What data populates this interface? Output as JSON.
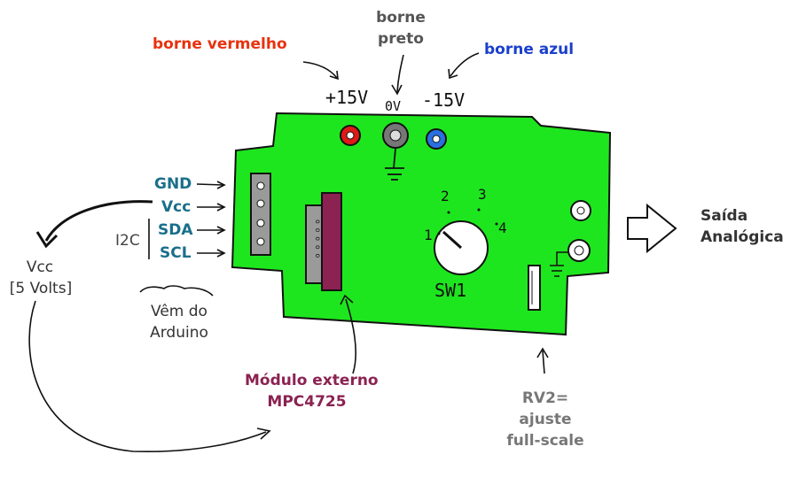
{
  "labels": {
    "borne_vermelho": "borne vermelho",
    "borne_preto_1": "borne",
    "borne_preto_2": "preto",
    "borne_azul": "borne azul",
    "v_plus15": "+15V",
    "v_0": "0V",
    "v_minus15": "-15V",
    "gnd": "GND",
    "vcc": "Vcc",
    "sda": "SDA",
    "scl": "SCL",
    "i2c": "I2C",
    "vcc_5v_1": "Vcc",
    "vcc_5v_2": "[5 Volts]",
    "arduino_1": "Vêm do",
    "arduino_2": "Arduino",
    "modulo_1": "Módulo externo",
    "modulo_2": "MPC4725",
    "rv2_1": "RV2=",
    "rv2_2": "ajuste",
    "rv2_3": "full-scale",
    "saida_1": "Saída",
    "saida_2": "Analógica",
    "sw1": "SW1",
    "sw_pos_1": "1",
    "sw_pos_2": "2",
    "sw_pos_3": "3",
    "sw_pos_4": "4"
  },
  "colors": {
    "board": "#1ee61e",
    "red_label": "#e8320f",
    "blue_label": "#1a3fcc",
    "teal_label": "#1a6f8a",
    "module": "#8b2252",
    "gray_text": "#555555",
    "connector": "#9a9a9a"
  }
}
